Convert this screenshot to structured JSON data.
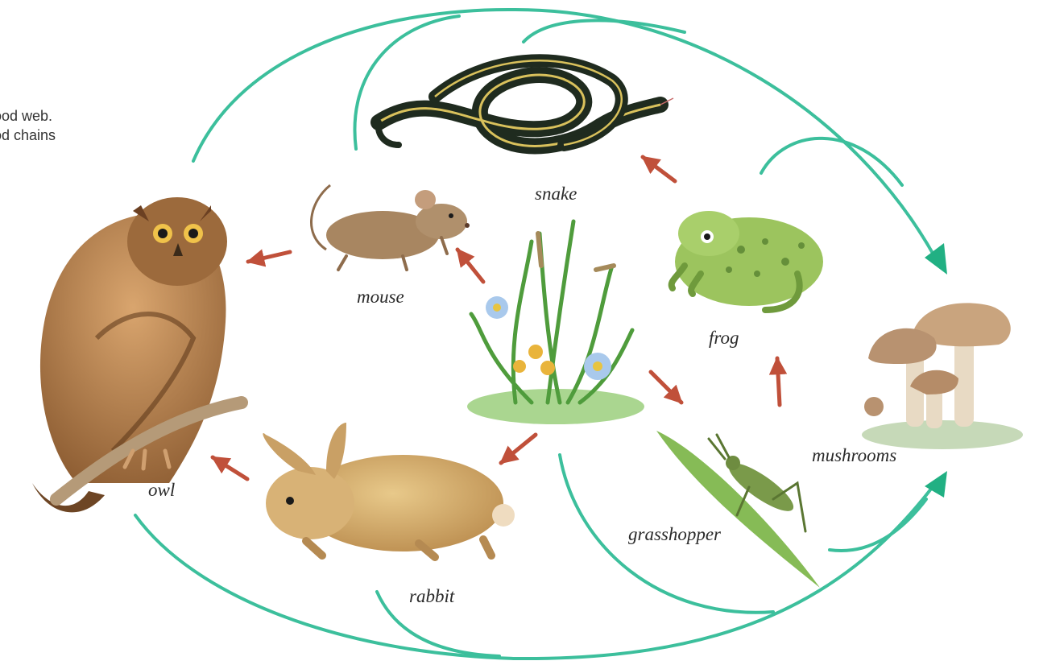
{
  "caption": {
    "line1": "ood web.",
    "line2": "od chains"
  },
  "organisms": {
    "owl": "owl",
    "mouse": "mouse",
    "snake": "snake",
    "frog": "frog",
    "rabbit": "rabbit",
    "grasshopper": "grasshopper",
    "mushrooms": "mushrooms",
    "grass": ""
  },
  "colors": {
    "decomposer_arrow": "#3cbf9c",
    "decomposer_arrowhead": "#21b083",
    "feeding_arrow": "#c0503a"
  },
  "links": {
    "feeding": [
      {
        "from": "mouse",
        "to": "owl"
      },
      {
        "from": "rabbit",
        "to": "owl"
      },
      {
        "from": "grass",
        "to": "mouse"
      },
      {
        "from": "grass",
        "to": "rabbit"
      },
      {
        "from": "grass",
        "to": "grasshopper"
      },
      {
        "from": "grasshopper",
        "to": "frog"
      },
      {
        "from": "frog",
        "to": "snake"
      }
    ],
    "decomposition_to": "mushrooms"
  }
}
